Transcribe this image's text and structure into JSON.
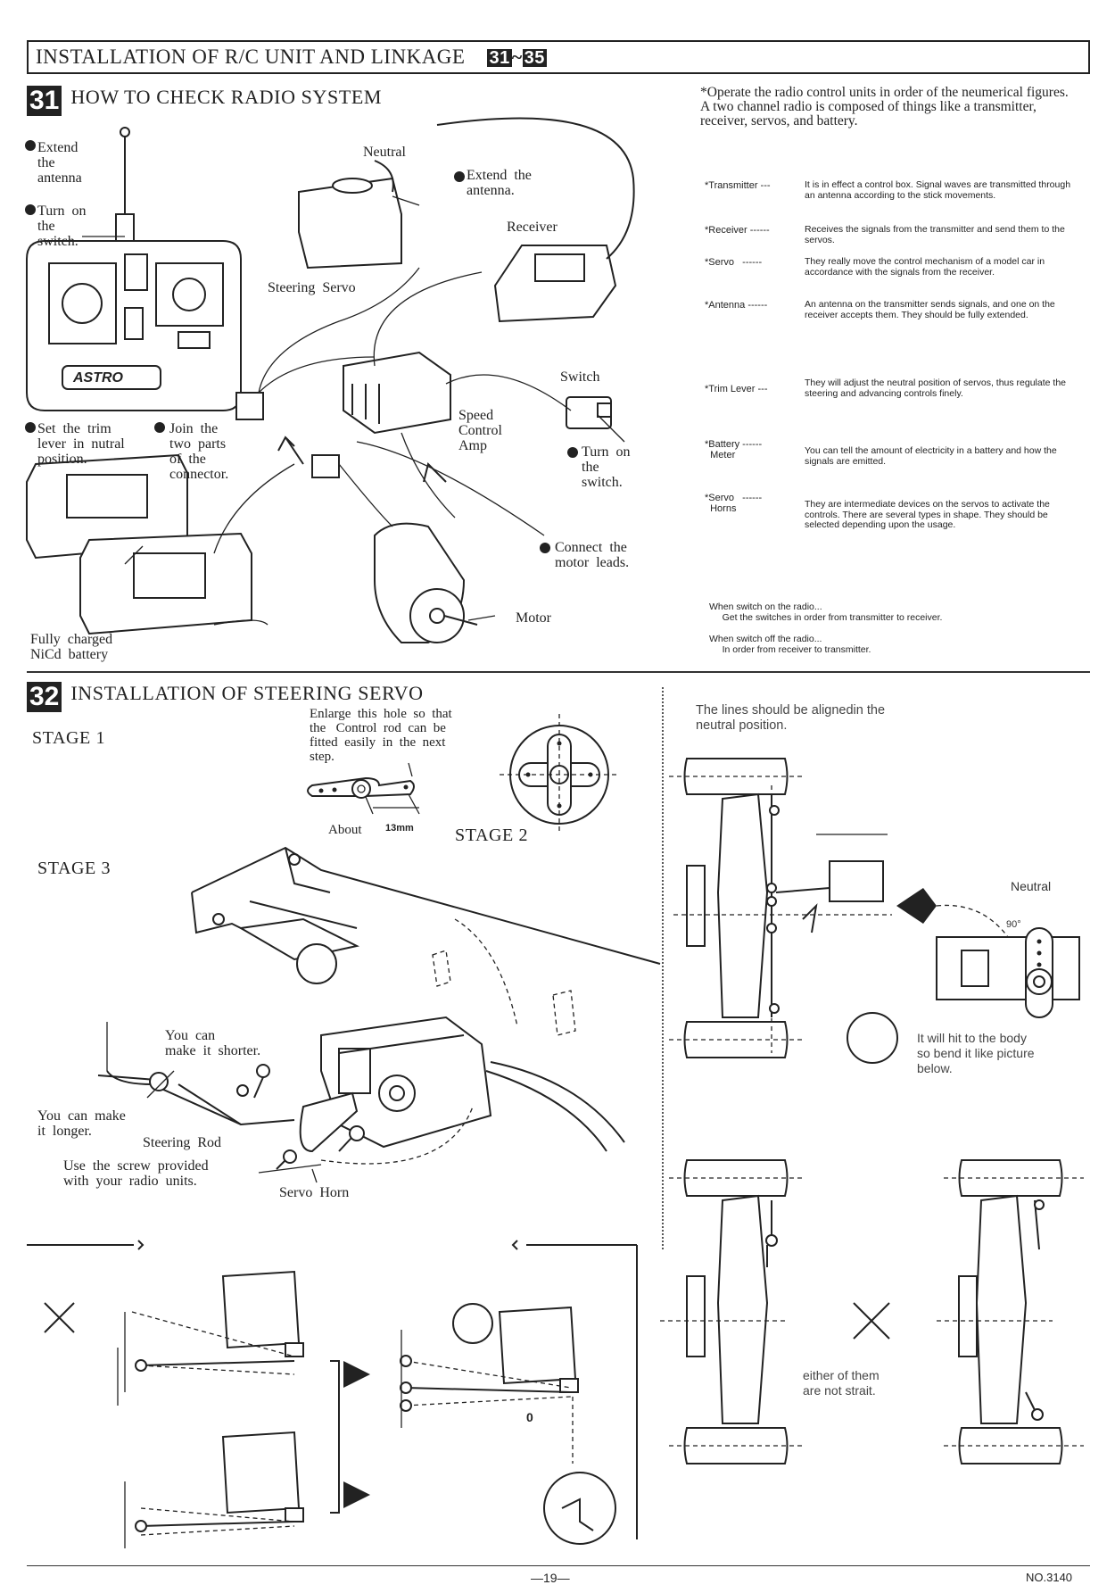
{
  "header": {
    "title": "INSTALLATION OF R/C UNIT AND LINKAGE",
    "range_start": "31",
    "range_sep": "~",
    "range_end": "35"
  },
  "section31": {
    "number": "31",
    "title": "HOW TO CHECK RADIO SYSTEM",
    "labels": {
      "extend_antenna_tx": "Extend\nthe\nantenna",
      "turn_on_switch_tx": "Turn  on\nthe\nswitch.",
      "neutral": "Neutral",
      "extend_antenna_rx": "Extend  the\nantenna.",
      "receiver": "Receiver",
      "steering_servo": "Steering  Servo",
      "switch": "Switch",
      "set_trim": "Set  the  trim\nlever  in  nutral\nposition.",
      "join_connector": "Join  the\ntwo  parts\nof  the\nconnector.",
      "speed_control": "Speed\nControl\nAmp",
      "turn_on_switch_rx": "Turn  on\nthe\nswitch.",
      "connect_motor": "Connect  the\nmotor  leads.",
      "motor": "Motor",
      "battery": "Fully  charged\nNiCd  battery",
      "astro": "ASTRO"
    },
    "intro": "*Operate the radio control units in order of the neumerical figures.\nA two channel radio is composed of things like a transmitter, receiver, servos, and battery.",
    "definitions": [
      {
        "term": "*Transmitter ---",
        "text": "It is in effect a control box. Signal waves are transmitted through an antenna according to the stick movements."
      },
      {
        "term": "*Receiver ------",
        "text": "Receives the signals from the transmitter and send them to the servos."
      },
      {
        "term": "*Servo   ------",
        "text": "They really move the control mechanism of a model car in accordance with the signals from the receiver."
      },
      {
        "term": "*Antenna ------",
        "text": "An antenna on the transmitter sends signals, and one on the receiver accepts them. They should be fully extended."
      },
      {
        "term": "*Trim Lever ---",
        "text": "They will adjust the neutral position of servos, thus regulate the steering and advancing controls finely."
      },
      {
        "term": "*Battery ------\n  Meter",
        "text": "You can tell the amount of electricity in a battery and how the signals are emitted."
      },
      {
        "term": "*Servo   ------\n  Horns",
        "text": "They are intermediate devices on the servos to activate the controls. There are several types in shape. They should be selected depending upon the usage."
      }
    ],
    "switch_on": "When switch on the radio...\n     Get the switches in order from transmitter to receiver.",
    "switch_off": "When switch off the radio...\n     In order from receiver to transmitter."
  },
  "section32": {
    "number": "32",
    "title": "INSTALLATION OF STEERING SERVO",
    "stage1": "STAGE  1",
    "stage2": "STAGE  2",
    "stage3": "STAGE  3",
    "enlarge": "Enlarge  this  hole  so  that\nthe   Control  rod  can  be\nfitted  easily  in  the  next\nstep.",
    "about": "About",
    "about_value": "13mm",
    "shorter": "You  can\nmake  it  shorter.",
    "longer": "You  can  make\nit  longer.",
    "steering_rod": "Steering  Rod",
    "screw": "Use  the  screw  provided\nwith  your  radio  units.",
    "servo_horn": "Servo  Horn",
    "aligned": "The lines should be alignedin the\nneutral position.",
    "neutral": "Neutral",
    "angle": "90°",
    "hit_body": "It will hit to the body\nso bend it like picture\nbelow.",
    "not_strait": "either of them\nare not strait.",
    "zero": "0"
  },
  "footer": {
    "page": "—19—",
    "doc_no": "NO.3140"
  }
}
